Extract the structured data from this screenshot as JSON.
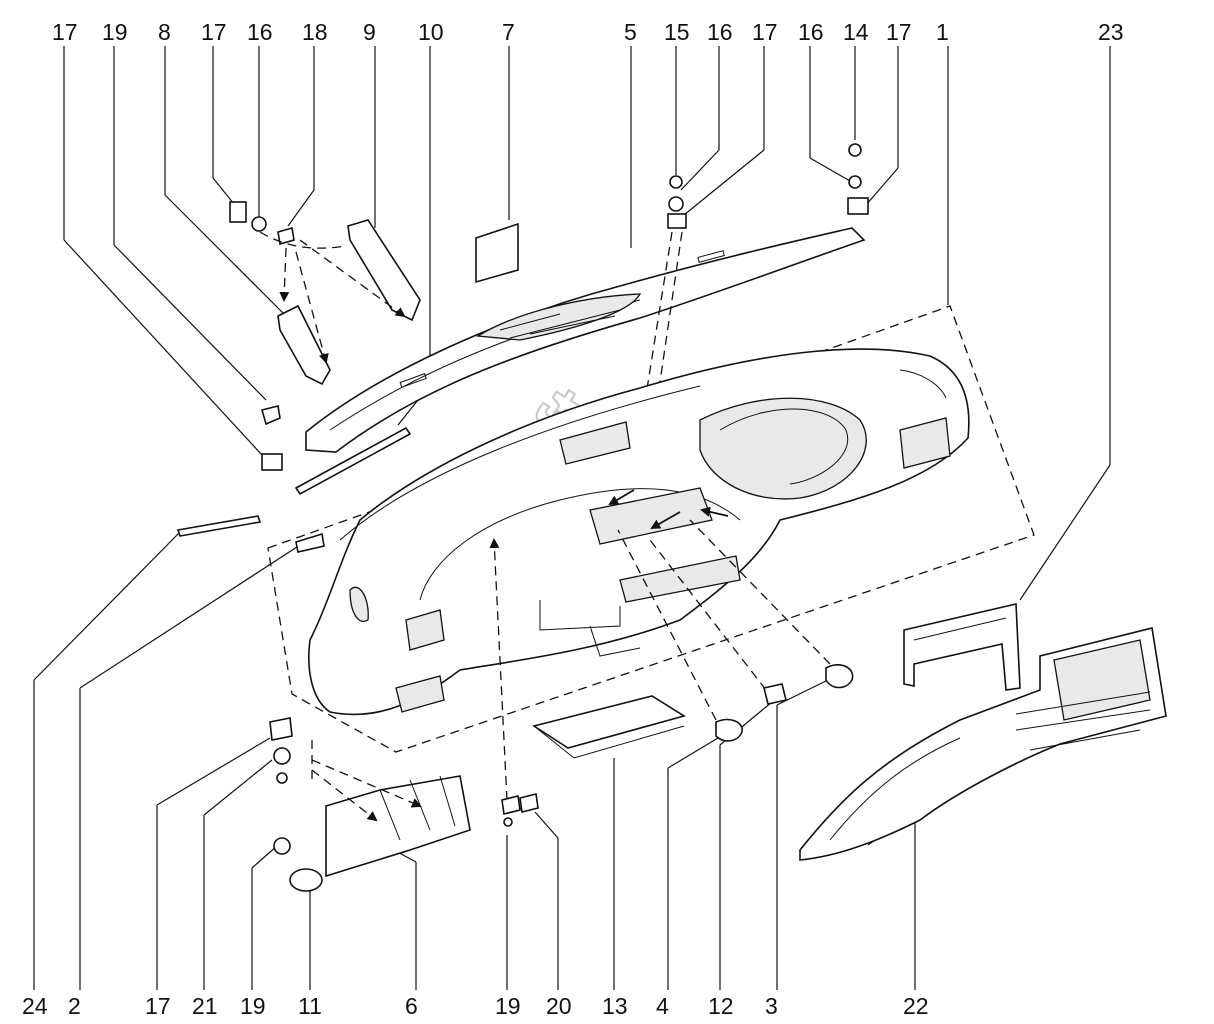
{
  "diagram": {
    "callouts_top": [
      "17",
      "19",
      "8",
      "17",
      "16",
      "18",
      "9",
      "10",
      "7",
      "5",
      "15",
      "16",
      "17",
      "16",
      "14",
      "17",
      "1",
      "23"
    ],
    "callouts_bottom": [
      "24",
      "2",
      "17",
      "21",
      "19",
      "11",
      "6",
      "19",
      "20",
      "13",
      "4",
      "12",
      "3",
      "22"
    ],
    "watermark": "AutoSoft"
  }
}
